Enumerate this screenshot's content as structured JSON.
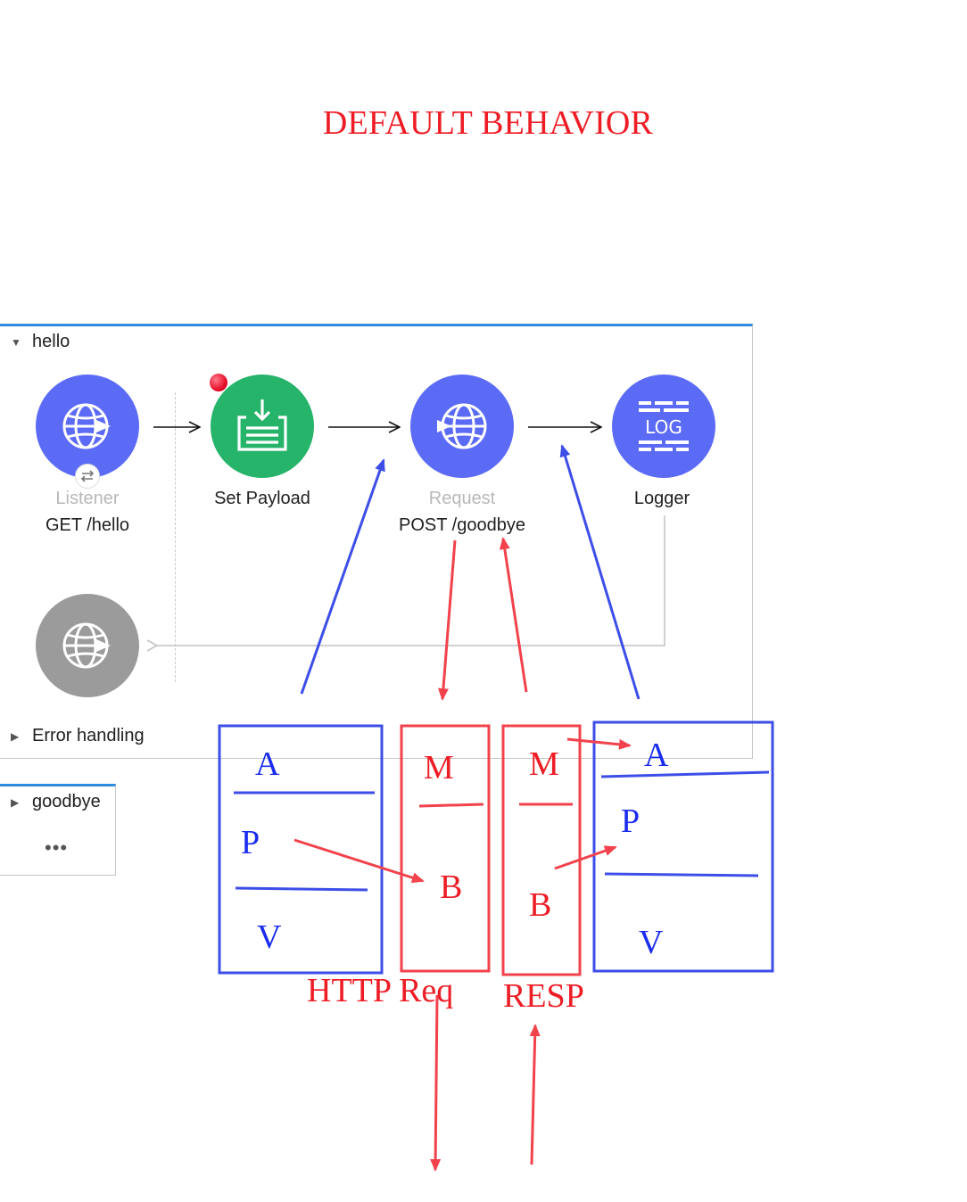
{
  "title": "DEFAULT BEHAVIOR",
  "colors": {
    "accent_blue": "#5c6bf6",
    "green": "#26b36a",
    "gray_node": "#9b9b9b",
    "annotation_red": "#ee1c25",
    "annotation_blue": "#1a2cf0",
    "flow_border": "#2d8ce0"
  },
  "flows": {
    "hello": {
      "name": "hello",
      "nodes": [
        {
          "icon": "http-listener-icon",
          "title": "Listener",
          "subtitle": "GET /hello"
        },
        {
          "icon": "set-payload-icon",
          "title": "Set Payload"
        },
        {
          "icon": "http-request-icon",
          "title": "Request",
          "subtitle": "POST /goodbye"
        },
        {
          "icon": "logger-icon",
          "title": "Logger",
          "icon_text": "LOG"
        }
      ],
      "response_node_icon": "http-response-icon",
      "error_handling": "Error handling"
    },
    "goodbye": {
      "name": "goodbye",
      "ellipsis": "•••"
    }
  },
  "annotations": {
    "left_box": [
      "A",
      "P",
      "V"
    ],
    "request_box": [
      "M",
      "B"
    ],
    "response_box": [
      "M",
      "B"
    ],
    "right_box": [
      "A",
      "P",
      "V"
    ],
    "http_req_label": "HTTP Req",
    "resp_label": "RESP"
  }
}
